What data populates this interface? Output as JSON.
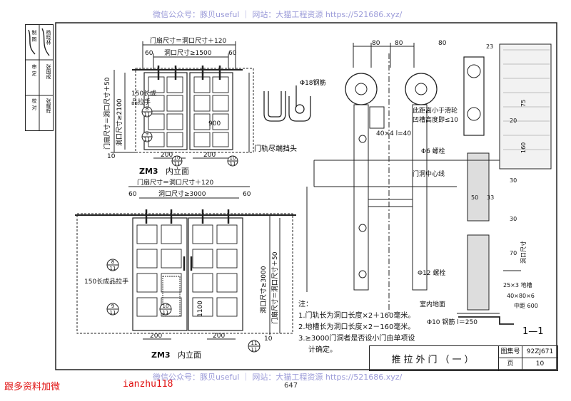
{
  "header": {
    "watermark": "微信公众号：豚贝useful ｜ 网站：大猫工程资源 https://521686.xyz/"
  },
  "footer": {
    "watermark": "微信公众号：豚贝useful ｜ 网站：大猫工程资源 https://521686.xyz/",
    "left_text": "跟多资料加微",
    "wechat_id": "ianzhu118",
    "page_number": "647"
  },
  "side_block": {
    "rows": [
      "校 对",
      "审 定",
      "制 图"
    ],
    "names": [
      "张耀辉",
      "张国成",
      "杨晓林"
    ]
  },
  "elev_top": {
    "dim_leaf": "门扇尺寸＝洞口尺寸＋120",
    "dim_open": "洞口尺寸≥1500",
    "dim_60a": "60",
    "dim_60b": "60",
    "dim_height_leaf": "门扇尺寸＝洞口尺寸＋50",
    "dim_height_open": "洞口尺寸≥2100",
    "dim_10": "10",
    "dim_900": "900",
    "dim_200a": "200",
    "dim_200b": "200",
    "handle_note1": "150长成",
    "handle_note2": "品拉手",
    "callout_top": {
      "num": "8",
      "den": "11"
    },
    "callout_bot": {
      "num": "9",
      "den": "11"
    },
    "callout_b1": {
      "num": "10",
      "den": "11"
    },
    "callout_b2": {
      "num": "10",
      "den": "11"
    },
    "title": "ZM3",
    "subtitle": "内立面"
  },
  "elev_bottom": {
    "dim_leaf": "门扇尺寸＝洞口尺寸＋120",
    "dim_open": "洞口尺寸≥3000",
    "dim_60a": "60",
    "dim_60b": "60",
    "dim_height_leaf": "门扇尺寸＝洞口尺寸＋50",
    "dim_height_open": "洞口尺寸≥3000",
    "dim_1100": "1100",
    "dim_10": "10",
    "dim_200a": "200",
    "dim_200b": "200",
    "handle_note": "150长成品拉手",
    "callout_a": {
      "num": "8",
      "den": "11"
    },
    "callout_b": {
      "num": "9",
      "den": "11"
    },
    "callout_c": {
      "num": "10",
      "den": "11"
    },
    "callout_d": {
      "num": "11",
      "den": "11"
    },
    "title": "ZM3",
    "subtitle": "内立面"
  },
  "track_end": {
    "label_rebar": "Φ18钢筋",
    "caption": "门轨尽端挡头"
  },
  "hardware": {
    "dim_80a": "80",
    "dim_80b": "80",
    "dim_80c": "80",
    "note_gap1": "此距离小于滑轮",
    "note_gap2": "凹槽高度即≤10",
    "plate": "40×4 l=40",
    "bolt6": "Φ6 螺栓",
    "center": "门洞中心线",
    "bolt12": "Φ12 螺栓",
    "rebar10": "Φ10 钢筋 l＝250",
    "floor": "室内地面"
  },
  "section": {
    "dim_23": "23",
    "dim_75": "75",
    "dim_20a": "20",
    "dim_160": "160",
    "dim_30a": "30",
    "dim_50": "50",
    "dim_33": "33",
    "dim_30b": "30",
    "dim_70": "70",
    "dim_open": "洞口尺寸",
    "angle": "25×3 地槽",
    "channel": "40×80×6",
    "spacing": "中距 600",
    "title": "1—1"
  },
  "notes": {
    "head": "注：",
    "n1": "1.门轨长为洞口长度×2＋160毫米。",
    "n2": "2.地槽长为洞口长度×2－160毫米。",
    "n3": "3.≥3000门洞者是否设小门由单项设",
    "n3b": "计确定。"
  },
  "title_block": {
    "title": "推拉外门（一）",
    "atlas_key": "图集号",
    "atlas_val": "92ZJ671",
    "page_key": "页",
    "page_val": "10"
  }
}
